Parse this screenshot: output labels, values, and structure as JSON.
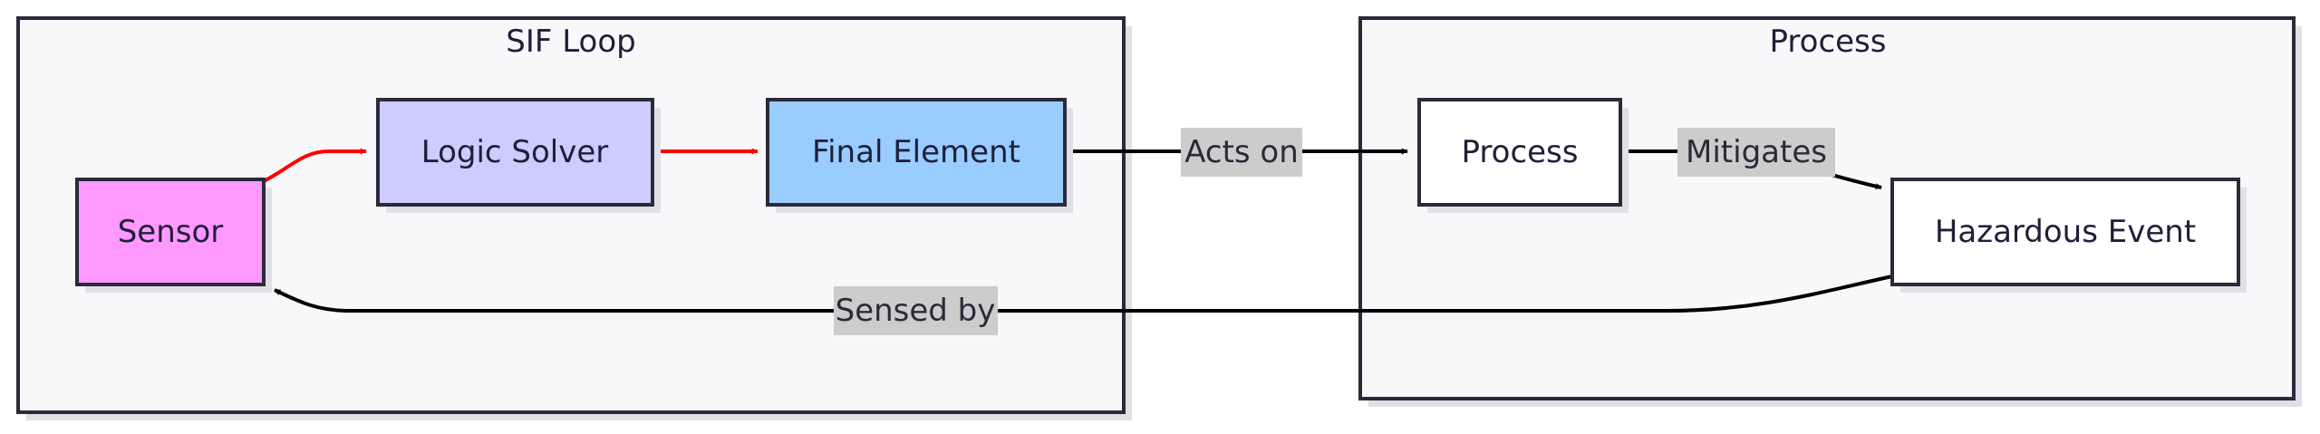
{
  "diagram": {
    "clusters": {
      "sif_loop": {
        "title": "SIF Loop"
      },
      "process": {
        "title": "Process"
      }
    },
    "nodes": {
      "sensor": {
        "label": "Sensor",
        "color": "#ff99ff"
      },
      "logic_solver": {
        "label": "Logic Solver",
        "color": "#ccccff"
      },
      "final_element": {
        "label": "Final Element",
        "color": "#99ccff"
      },
      "process": {
        "label": "Process",
        "color": "#ffffff"
      },
      "hazardous_event": {
        "label": "Hazardous Event",
        "color": "#ffffff"
      }
    },
    "edges": {
      "acts_on": {
        "label": "Acts on"
      },
      "mitigates": {
        "label": "Mitigates"
      },
      "sensed_by": {
        "label": "Sensed by"
      }
    },
    "colors": {
      "cluster_fill": "#f8f8fa",
      "border": "#2a2a3a",
      "control_arrow": "#ff0000",
      "edge": "#000000",
      "edge_label_bg": "#cccccc",
      "shadow": "#e0e0e6"
    }
  }
}
